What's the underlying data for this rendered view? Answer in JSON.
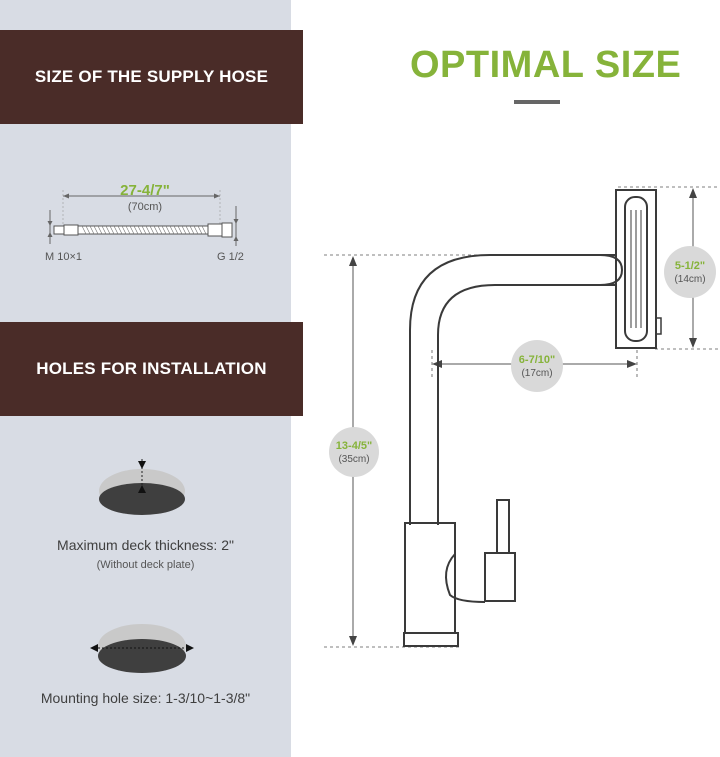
{
  "left": {
    "supply_hose_title": "SIZE OF THE SUPPLY HOSE",
    "hose_length": "27-4/7\"",
    "hose_length_metric": "(70cm)",
    "hose_left_thread": "M 10×1",
    "hose_right_thread": "G 1/2",
    "holes_title": "HOLES FOR INSTALLATION",
    "deck_thickness_text": "Maximum deck thickness: 2\"",
    "deck_thickness_sub": "(Without deck plate)",
    "mounting_hole_text": "Mounting hole size: 1-3/10~1-3/8\""
  },
  "right": {
    "title": "OPTIMAL SIZE",
    "spray_height": "5-1/2\"",
    "spray_height_metric": "(14cm)",
    "reach": "6-7/10\"",
    "reach_metric": "(17cm)",
    "total_height": "13-4/5\"",
    "total_height_metric": "(35cm)"
  },
  "colors": {
    "banner": "#4a2c28",
    "accent_green": "#86b33a",
    "left_panel_bg": "#d8dce4"
  }
}
